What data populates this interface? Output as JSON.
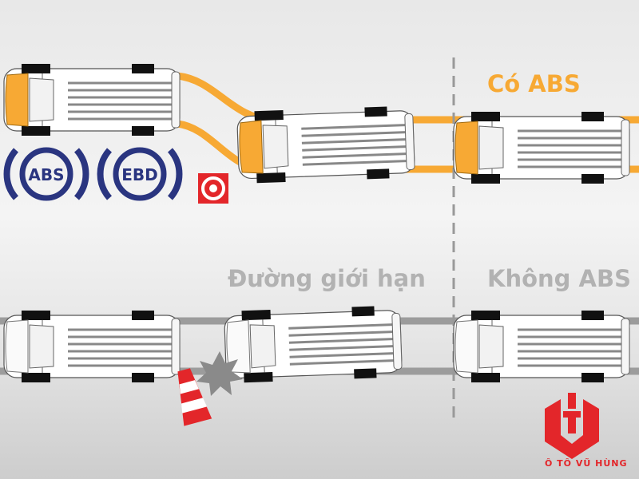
{
  "labels": {
    "with_abs": "Có ABS",
    "limit_line": "Đường giới hạn",
    "without_abs": "Không ABS"
  },
  "icons": {
    "abs": "ABS",
    "ebd": "EBD"
  },
  "logo": {
    "text": "Ô TÔ VŨ HÙNG"
  },
  "colors": {
    "orange": "#f7a934",
    "navy": "#2a3580",
    "red": "#e3262a",
    "gray_text": "#b2b2b2",
    "track_gray": "#9a9a9a"
  }
}
